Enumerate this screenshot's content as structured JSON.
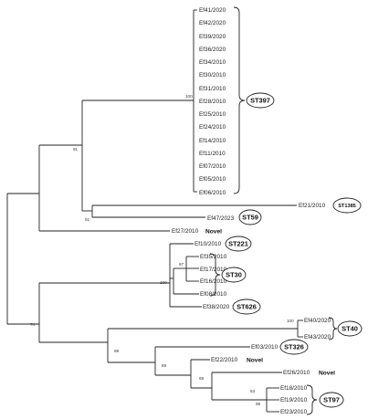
{
  "figure": {
    "leaves": [
      "Ef41/2020",
      "Ef42/2020",
      "Ef39/2020",
      "Ef36/2020",
      "Ef34/2010",
      "Ef30/2010",
      "Ef31/2010",
      "Ef28/2010",
      "Ef25/2010",
      "Ef24/2010",
      "Ef14/2010",
      "Ef11/2010",
      "Ef07/2010",
      "Ef05/2010",
      "Ef06/2010",
      "Ef21/2010",
      "Ef47/2023",
      "Ef27/2010",
      "Ef10/2010",
      "Ef35/2010",
      "Ef17/2010",
      "Ef16/2010",
      "Ef08/2010",
      "Ef38/2020",
      "Ef40/2020",
      "Ef43/2020",
      "Ef03/2010",
      "Ef22/2010",
      "Ef26/2010",
      "Ef18/2010",
      "Ef19/2010",
      "Ef23/2010"
    ],
    "bootstrap": {
      "st397": "100",
      "st397_st1385": "91",
      "st59": "51",
      "st30_inner": "67",
      "st30": "100",
      "root": "74",
      "st40": "100",
      "clade_b": "89",
      "clade_c": "89",
      "clade_d": "69",
      "clade_e": "53",
      "st97": "99"
    },
    "st_labels": {
      "st397": "ST397",
      "st1385": "ST1385",
      "st59": "ST59",
      "st221": "ST221",
      "st30": "ST30",
      "st626": "ST626",
      "st40": "ST40",
      "st326": "ST326",
      "st97": "ST97"
    },
    "novel_labels": {
      "ef27": "Novel",
      "ef22": "Novel",
      "ef26": "Novel"
    }
  }
}
